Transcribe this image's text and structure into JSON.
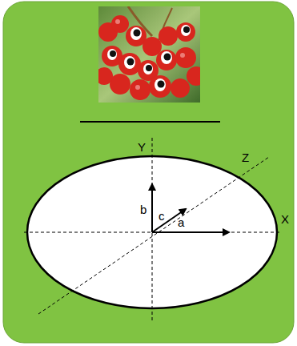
{
  "diagram": {
    "labels": [
      "Y",
      "Z",
      "X",
      "b",
      "c",
      "a"
    ]
  }
}
